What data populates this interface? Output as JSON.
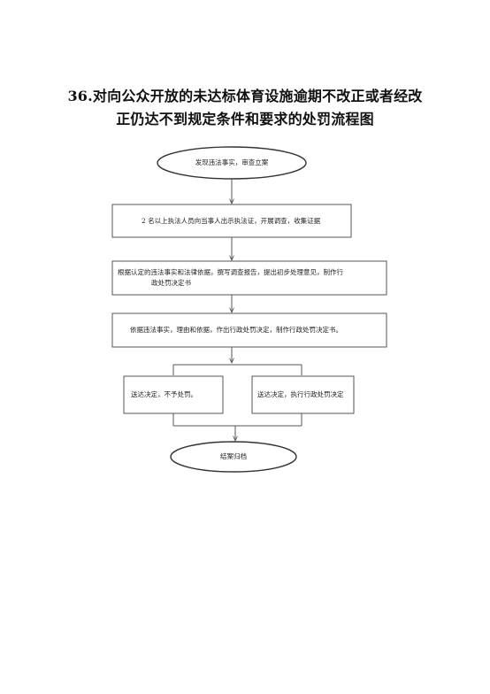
{
  "title": {
    "line1": "36.对向公众开放的未达标体育设施逾期不改正或者经改",
    "line2": "正仍达不到规定条件和要求的处罚流程图"
  },
  "nodes": {
    "start": "发现违法事实，审查立案",
    "step1": "2 名以上执法人员向当事人出示执法证，开展调查，收集证据",
    "step2_l1": "根据认定的违法事实和法律依据，撰写调查报告，提出初步处理意见，制作行",
    "step2_l2": "政处罚决定书",
    "step3": "依据违法事实，理由和依据，作出行政处罚决定，制作行政处罚决定书。",
    "branch_left": "送达决定，不予处罚。",
    "branch_right": "送达决定，执行行政处罚决定",
    "end": "结案归档"
  }
}
